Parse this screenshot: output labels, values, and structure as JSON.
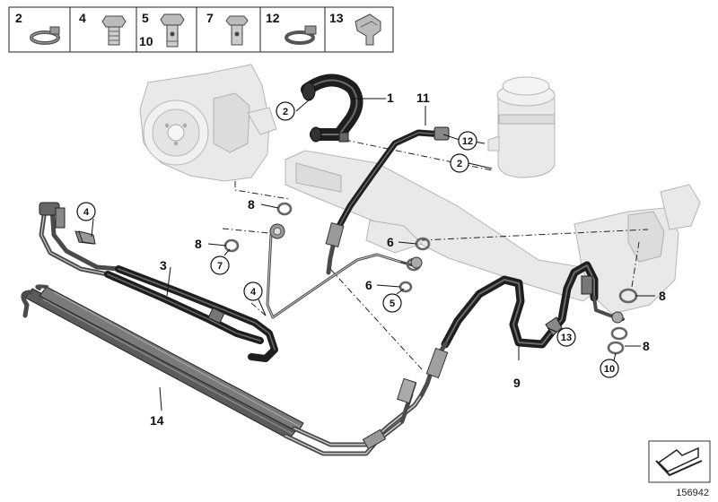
{
  "legend": {
    "cells": [
      {
        "name": "legend-cell-2",
        "label": "2",
        "part": "clamp"
      },
      {
        "name": "legend-cell-4",
        "label": "4",
        "part": "bolt"
      },
      {
        "name": "legend-cell-5-10",
        "label": "5",
        "label_secondary": "10",
        "part": "banjo-bolt"
      },
      {
        "name": "legend-cell-7",
        "label": "7",
        "part": "banjo-bolt-small"
      },
      {
        "name": "legend-cell-12",
        "label": "12",
        "part": "hose-clamp"
      },
      {
        "name": "legend-cell-13",
        "label": "13",
        "part": "bracket-clip"
      }
    ]
  },
  "callouts": {
    "c1": "1",
    "c2a": "2",
    "c2b": "2",
    "c3": "3",
    "c4a": "4",
    "c4b": "4",
    "c5": "5",
    "c6a": "6",
    "c6b": "6",
    "c7": "7",
    "c8a": "8",
    "c8b": "8",
    "c8c": "8",
    "c8d": "8",
    "c9": "9",
    "c10": "10",
    "c11": "11",
    "c12": "12",
    "c13": "13",
    "c14": "14"
  },
  "footer": {
    "diagram_number": "156942",
    "nav_icon": "arrow-navigation-icon"
  },
  "colors": {
    "hose": "#1e1e1e",
    "pipe": "#4a4a4a",
    "ghost": "#e9e9e9",
    "outline": "#111111"
  }
}
